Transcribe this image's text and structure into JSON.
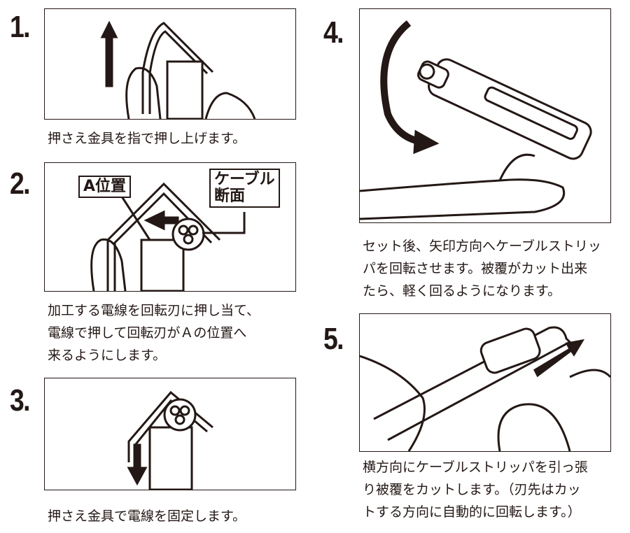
{
  "steps": [
    {
      "number": "1.",
      "caption": "押さえ金具を指で押し上げます。"
    },
    {
      "number": "2.",
      "caption": "加工する電線を回転刃に押し当て、\n電線で押して回転刃がＡの位置へ\n来るようにします。",
      "callouts": {
        "position_a": "A位置",
        "cable_section": "ケーブル\n断面"
      }
    },
    {
      "number": "3.",
      "caption": "押さえ金具で電線を固定します。"
    },
    {
      "number": "4.",
      "caption": "セット後、矢印方向へケーブルストリッ\nパを回転させます。被覆がカット出来\nたら、軽く回るようになります。"
    },
    {
      "number": "5.",
      "caption": "横方向にケーブルストリッパを引っ張\nり被覆をカットします。（刃先はカッ\nトする方向に自動的に回転します。）"
    }
  ]
}
